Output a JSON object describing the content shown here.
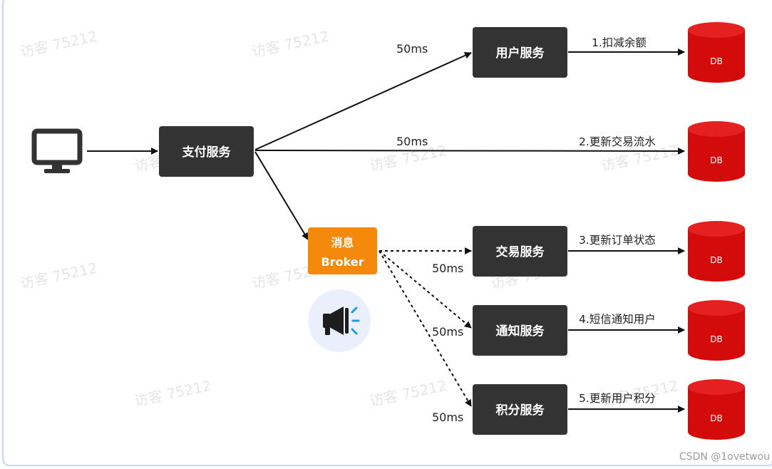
{
  "services": {
    "payment": "支付服务",
    "user": "用户服务",
    "trade": "交易服务",
    "notify": "通知服务",
    "points": "积分服务"
  },
  "broker": {
    "line1": "消息",
    "line2": "Broker"
  },
  "latency": {
    "label": "50ms"
  },
  "steps": {
    "s1": "1.扣减余额",
    "s2": "2.更新交易流水",
    "s3": "3.更新订单状态",
    "s4": "4.短信通知用户",
    "s5": "5.更新用户积分"
  },
  "db_label": "DB",
  "watermark": "访客 75212",
  "credit": "CSDN @1ovetwou",
  "colors": {
    "service_box": "#333333",
    "broker": "#f5890c",
    "db": "#d40b0b",
    "db_top": "#e52020",
    "megaphone_bg": "#eaf0fb",
    "megaphone_accent": "#1e9be6"
  },
  "icons": {
    "client": "monitor-icon",
    "broadcast": "megaphone-icon"
  }
}
